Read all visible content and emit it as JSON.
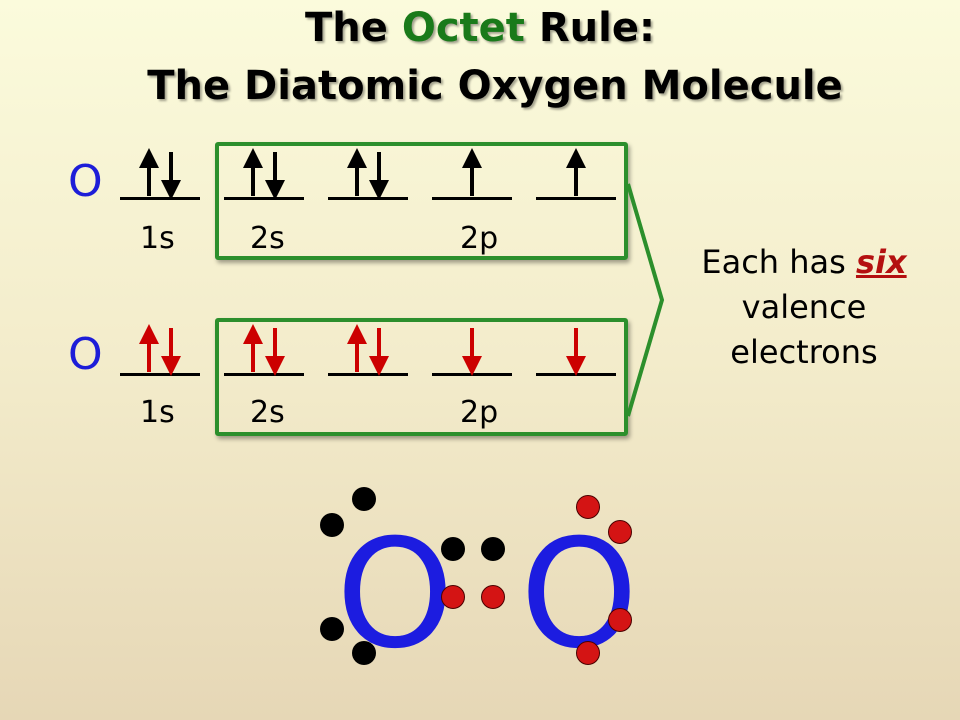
{
  "title": {
    "line1_prefix": "The ",
    "line1_accent": "Octet",
    "line1_suffix": " Rule:",
    "line2": "The Diatomic Oxygen Molecule"
  },
  "rows": [
    {
      "atom_symbol": "O",
      "orbital_labels": [
        "1s",
        "2s",
        "2p"
      ],
      "orbitals": [
        {
          "up": true,
          "down": true
        },
        {
          "up": true,
          "down": true
        },
        {
          "up": true,
          "down": true
        },
        {
          "up": true,
          "down": false
        },
        {
          "up": true,
          "down": false
        }
      ],
      "electron_color": "#000000"
    },
    {
      "atom_symbol": "O",
      "orbital_labels": [
        "1s",
        "2s",
        "2p"
      ],
      "orbitals": [
        {
          "up": true,
          "down": true
        },
        {
          "up": true,
          "down": true
        },
        {
          "up": true,
          "down": true
        },
        {
          "up": false,
          "down": true
        },
        {
          "up": false,
          "down": true
        }
      ],
      "electron_color": "#cc0000"
    }
  ],
  "note": {
    "prefix": "Each has ",
    "emphasis": "six",
    "line2": "valence",
    "line3": "electrons"
  },
  "lewis": {
    "atom_left": "O",
    "atom_right": "O",
    "left_electron_color": "#000000",
    "right_electron_color": "#cc0000"
  },
  "colors": {
    "accent_green": "#1a7a1a",
    "box_green": "#2c8f2c",
    "atom_blue": "#1d1dd8",
    "electron_red": "#cc0000"
  }
}
